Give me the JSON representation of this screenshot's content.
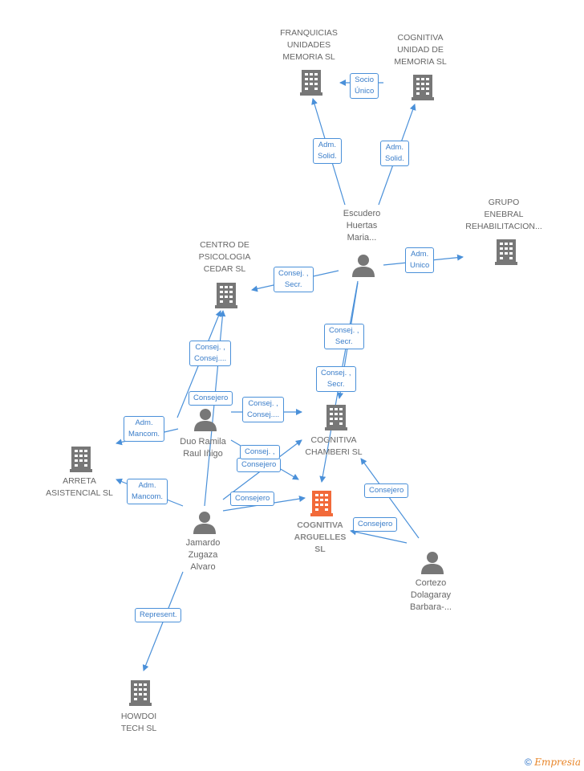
{
  "nodes": {
    "franquicias": {
      "label": [
        "FRANQUICIAS",
        "UNIDADES",
        "MEMORIA  SL"
      ],
      "kind": "company"
    },
    "cognitiva_unidad": {
      "label": [
        "COGNITIVA",
        "UNIDAD DE",
        "MEMORIA SL"
      ],
      "kind": "company"
    },
    "escudero": {
      "label": [
        "Escudero",
        "Huertas",
        "Maria..."
      ],
      "kind": "person"
    },
    "grupo_enebral": {
      "label": [
        "GRUPO",
        "ENEBRAL",
        "REHABILITACION..."
      ],
      "kind": "company"
    },
    "centro_psicologia": {
      "label": [
        "CENTRO DE",
        "PSICOLOGIA",
        "CEDAR  SL"
      ],
      "kind": "company"
    },
    "duo_ramila": {
      "label": [
        "Duo Ramila",
        "Raul Iñigo"
      ],
      "kind": "person"
    },
    "cognitiva_chamberi": {
      "label": [
        "COGNITIVA",
        "CHAMBERI  SL"
      ],
      "kind": "company"
    },
    "arreta": {
      "label": [
        "ARRETA",
        "ASISTENCIAL SL"
      ],
      "kind": "company"
    },
    "jamardo": {
      "label": [
        "Jamardo",
        "Zugaza",
        "Alvaro"
      ],
      "kind": "person"
    },
    "cognitiva_arguelles": {
      "label": [
        "COGNITIVA",
        "ARGUELLES",
        "SL"
      ],
      "kind": "focus"
    },
    "cortezo": {
      "label": [
        "Cortezo",
        "Dolagaray",
        "Barbara-..."
      ],
      "kind": "person"
    },
    "howdoi": {
      "label": [
        "HOWDOI",
        "TECH  SL"
      ],
      "kind": "company"
    }
  },
  "edges": {
    "e1": {
      "from": "escudero",
      "to": "franquicias",
      "label": [
        "Adm.",
        "Solid."
      ]
    },
    "e2": {
      "from": "escudero",
      "to": "cognitiva_unidad",
      "label": [
        "Adm.",
        "Solid."
      ]
    },
    "e3": {
      "from": "cognitiva_unidad",
      "to": "franquicias",
      "label": [
        "Socio",
        "Único"
      ]
    },
    "e4": {
      "from": "escudero",
      "to": "grupo_enebral",
      "label": [
        "Adm.",
        "Unico"
      ]
    },
    "e5": {
      "from": "escudero",
      "to": "centro_psicologia",
      "label": [
        "Consej. ,",
        "Secr."
      ]
    },
    "e6": {
      "from": "escudero",
      "to": "cognitiva_chamberi",
      "label": [
        "Consej. ,",
        "Secr."
      ]
    },
    "e7": {
      "from": "escudero",
      "to": "cognitiva_arguelles",
      "label": [
        "Consej. ,",
        "Secr."
      ]
    },
    "e8": {
      "from": "duo_ramila",
      "to": "centro_psicologia",
      "label": [
        "Consej. ,",
        "Consej...."
      ]
    },
    "e9": {
      "from": "duo_ramila",
      "to": "cognitiva_chamberi",
      "label": [
        "Consej. ,",
        "Consej...."
      ]
    },
    "e10": {
      "from": "duo_ramila",
      "to": "cognitiva_arguelles",
      "label": [
        "Consejero"
      ]
    },
    "e11": {
      "from": "duo_ramila",
      "to": "arreta",
      "label": [
        "Adm.",
        "Mancom."
      ]
    },
    "e12": {
      "from": "jamardo",
      "to": "centro_psicologia",
      "label": [
        "Consejero"
      ]
    },
    "e13": {
      "from": "jamardo",
      "to": "cognitiva_chamberi",
      "label": [
        "Consej. ,"
      ]
    },
    "e14": {
      "from": "jamardo",
      "to": "cognitiva_arguelles",
      "label": [
        "Consejero"
      ]
    },
    "e15": {
      "from": "jamardo",
      "to": "arreta",
      "label": [
        "Adm.",
        "Mancom."
      ]
    },
    "e16": {
      "from": "jamardo",
      "to": "howdoi",
      "label": [
        "Represent."
      ]
    },
    "e17": {
      "from": "cortezo",
      "to": "cognitiva_chamberi",
      "label": [
        "Consejero"
      ]
    },
    "e18": {
      "from": "cortezo",
      "to": "cognitiva_arguelles",
      "label": [
        "Consejero"
      ]
    }
  },
  "colors": {
    "edge": "#4a90d9",
    "icon": "#777777",
    "focus": "#f26a3a"
  },
  "footer": {
    "copyright": "©",
    "brand": "Empresia"
  }
}
